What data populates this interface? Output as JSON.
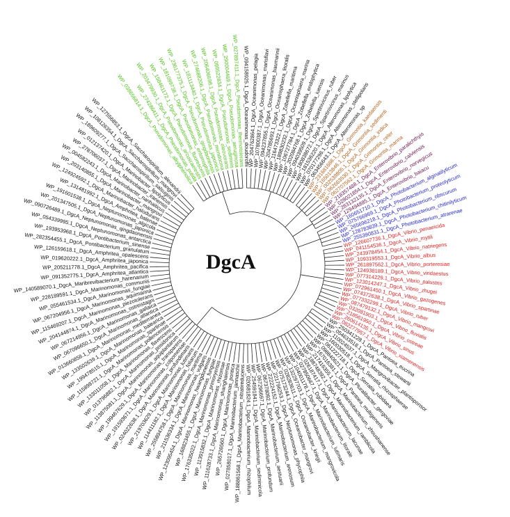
{
  "title": "DgcA",
  "groups": [
    {
      "color": "#4fc21a",
      "leaves": [
        "WP_038656814.1_DgcA_Pseudomonas_alkylphenolica",
        "WP_274286411.1_DgcA_Pseudomonas_putida",
        "WP_203479930.1_DgcA_Pseudomonas_arcuscaelestis",
        "WP_158461172.1_DgcA_Pseudomonas_fluorescens",
        "WP_181099738.1_DgcA_Pseudomonas_entomophila",
        "WP_236177375.1_DgcA_Pseudomonas_qingdaonensis",
        "WP_181113440.1_DgcA_Pseudomonas_japonica",
        "WP_274688206.1_DgcA_Pseudomonas_mendocina",
        "WP_206406698.1_DgcA_Pseudomonas_oleovorans",
        "WP_099522834.1_DgcA_Pseudomonas_sediminis",
        "WP_290004469.1_DgcA_Pseudomonas_aeruginosa",
        "WP_027897411.1_DgcA_Pseudomonas_thermotolerans"
      ]
    },
    {
      "color": "#111111",
      "leaves": [
        "WP_094158925.1_DgcA_Oceanimonas_doudoroffii",
        "WP_204762864.1_DgcA_Oceanimonas_pelagia",
        "WP_107800387.1_DgcA_Oceanimonas_marisflavi",
        "WP_094237855.1_DgcA_Oceanimonas_baumannii",
        "WP_204785693.1_DgcA_Oceanisphaera_litoralis",
        "WP_116473322.1_DgcA_Zobellella_maritima",
        "WP_189830232.1_DgcA_Oceanisphaera_marina",
        "WP_106727784.1_DgcA_Zobellella_endophytica",
        "WP_202084768.1_DgcA_Zobellella_iuensis",
        "WP_094039509.1_DgcA_Spartinivicinus_ruber",
        "WP_180838672.1_DgcA_Spartinivicinus_marinus",
        "WP_181536220.1_DgcA_Alteromonas_lipolytica",
        "WP_070177296.1_DgcA_Alteromonas_stellipolaris",
        "WP_063456643.1_DgcA_Alteromonas_sp"
      ]
    },
    {
      "color": "#b5621c",
      "leaves": [
        "WP_231681688.1_DgcA_Grimontia_kaedaensis",
        "WP_165013846.1_DgcA_Grimontia_sedimenti",
        "WP_002539805.1_DgcA_Grimontia_indica",
        "WP_062663530.1_DgcA_Grimontia_celer",
        "WP_062707562.1_DgcA_Grimontia_marina"
      ]
    },
    {
      "color": "#6b1650",
      "leaves": [
        "WP_218357488.1_DgcA_Enterovibrio_paralichthyis",
        "WP_028021854.1_DgcA_Enterovibrio_calviensis",
        "WP_283132135.1_DgcA_Enterovibrio_norvegicus",
        "WP_129494885.1_DgcA_Enterovibrio_baiacu"
      ]
    },
    {
      "color": "#2626d8",
      "leaves": [
        "WP_160651710.1_DgcA_Photobacterium_alginatilyticum",
        "WP_075766969.1_DgcA_Photobacterium_proteolyticum",
        "WP_265696218.1_DgcA_Photobacterium_obscurum",
        "WP_128783839.1_DgcA_Photobacterium_chitinilyticum",
        "WP_255390831.1_DgcA_Photobacterium_atrarenae"
      ]
    },
    {
      "color": "#e02222",
      "leaves": [
        "WP_126607736.1_DgcA_Vibrio_penaeicida",
        "WP_041154536.1_DgcA_Vibrio_mytili",
        "WP_243978454.1_DgcA_Vibrio_natriegens",
        "WP_109319553.1_DgcA_Vibrio_albus",
        "WP_261897562.1_DgcA_Vibrio_porteresiae",
        "WP_124938189.1_DgcA_Vibrio_viridaestus",
        "WP_077314229.1_DgcA_Vibrio_palustris",
        "WP_123014247.1_DgcA_Vibrio_zhugei",
        "WP_072961450.1_DgcA_Vibrio_gazogenes",
        "WP_074372638.1_DgcA_Vibrio_spartinae",
        "WP_077332299.1_DgcA_Vibrio_ruber",
        "WP_087479132.1_DgcA_Vibrio_mangrovi",
        "WP_032081903.1_DgcA_Vibrio_fluvialis",
        "WP_218561950.1_DgcA_Vibrio_ostreae",
        "WP_260614135.1_DgcA_Vibrio_sinus",
        "WP_082277957.1_DgcA_Vibrio_xiamenensis"
      ]
    },
    {
      "color": "#111111",
      "leaves": [
        "WP_250341228.1_DgcA_Pantoea_eucrina",
        "WP_054633518.1_DgcA_Pantoea_stewartii",
        "WP_110024537.1_DgcA_Mangrovibacter_plantisponsor",
        "WP_160030518.1_DgcA_Serratia_rhizosphaerae",
        "WP_061222718.1_DgcA_Serratia_rubidaea",
        "WP_098840621.1_DgcA_Pluralibacter_gergoviae",
        "WP_167016381.1_DgcA_Pantoea_multigeneris",
        "WP_217416355.1_DgcA_Marinobacterium_zhoushanense",
        "WP_188748392.1_DgcA_Marinobacterium_ramblicola",
        "WP_026187417.1_DgcA_Marinobacterium_lacunae",
        "WP_027850667.1_DgcA_Marinobacterium_litorale",
        "WP_104001178.1_DgcA_Marinobacterium_lutimaris",
        "WP_132297703.1_DgcA_Marinobacterium_mangrovicola",
        "WP_028283611.1_DgcA_Oceanobacter_kriegii",
        "WP_075173244.1_DgcA_Oceanobacter_mangrovi",
        "WP_221796253.1_DgcA_Neptunomonas_phycophila",
        "WP_222224152.1_DgcA_Marinobacterium_arenosum",
        "WP_067378092.1_DgcA_Marinobacterium_aestuarii",
        "WP_067296697.1_DgcA_Marinobacterium_profundum",
        "WP_254591841.1_DgcA_Marinobacterium_sediminicola",
        "WP_020681824.1_DgcA_Marinobacterium_rhizophilum",
        "WP_188861568.1_DgcA_Marinobacterium_nitratireducens",
        "WP_027858017.1_DgcA_Marinobacterium_jannaschii",
        "WP_265726560.1_DgcA_Marinomonas_pontica",
        "WP_111628733.1_DgcA_Marinomonas_shanghaiensis",
        "WP_113915832.1_DgcA_Marinomonas_rhizomae",
        "WP_176335022.1_DgcA_Marinomonas_primoryensis",
        "WP_168823455.1_DgcA_Marinomonas_fungiae",
        "WP_123095454.1_DgcA_Marinomonas_hwangdonensis",
        "WP_211536334.1_DgcA_Marinomonas_vulgaris",
        "WP_255894758.1_DgcA_Marinomonas_maritima",
        "WP_114411182.1_DgcA_Marinomonas_foliarum",
        "WP_219703629.1_DgcA_Marinomonas_lutimaris",
        "WP_024022638.1_DgcA_Marinomonas_profundimaris",
        "WP_191593671.1_DgcA_Marinomonas_colpomeniae",
        "WP_199467629.1_DgcA_Marinomonas_transparens",
        "WP_113875081.1_DgcA_Marinomonas_aquiplantarum",
        "WP_013796882.1_DgcA_Marinomonas_posidonica",
        "WP_133011058.1_DgcA_Marinomonas_flavescens",
        "WP_115898721.1_DgcA_Marinomonas_pollencensis",
        "WP_199478515.1_DgcA_Marinomonas_spartinae",
        "WP_133502639.1_DgcA_Marinomonas_balearica",
        "WP_013660858.1_DgcA_Marinomonas_mediterranea",
        "WP_067096650.1_DgcA_Marinomonas_atlantica",
        "WP_067214956.1_DgcA_Marinomonas_gallaica",
        "WP_204144874.1_DgcA_Marinomonas_ostreistagni",
        "WP_115469207.1_DgcA_Marinomonas_piezotolerans",
        "WP_067204956.1_DgcA_Marinomonas_aquimarina",
        "WP_055461534.1_DgcA_Marinomonas_fungiae",
        "WP_228189591.1_DgcA_Marinomonas_communis",
        "WP_140589070.1_DgcA_Maribrevibacterium_harenarium",
        "WP_091352775.1_DgcA_Amphritea_atlantica",
        "WP_205211778.1_DgcA_Amphritea_pacifica",
        "WP_019620222.1_DgcA_Amphritea_japonica",
        "WP_126159618.1_DgcA_Amphritea_opalescens",
        "WP_282354455.1_DgcA_Pontibacterium_granulatum",
        "WP_193953968.1_DgcA_Pontibacterium_sinense",
        "WP_054339995.1_DgcA_Neptunomonas_antarctica",
        "WP_090726489.1_DgcA_Neptunomonas_qingdaonensis",
        "WP_201347505.1_DgcA_Neptunomonas_japonica",
        "WP_191601538.1_DgcA_Neptunomonas_algicola",
        "WP_131481992.1_DgcA_Amphritea_balenae",
        "WP_124924592.1_DgcA_Marinobacter_halodurans",
        "WP_203140855.1_DgcA_Marinobacter_mangrovi",
        "WP_004582243.1_DgcA_Marinobacter_nanhaiticus",
        "WP_278706037.1_DgcA_Marinobacter_iranensis",
        "WP_012137420.1_DgcA_Marinobacter_lipolyticus",
        "WP_189609277.1_DgcA_Saccharospirillum_salsuginis",
        "WP_108126354.1_DgcA_Saccharospirillum_mangrovi",
        "WP_127556853.1_DgcA_Saccharospirillum_alexandrii"
      ]
    }
  ]
}
